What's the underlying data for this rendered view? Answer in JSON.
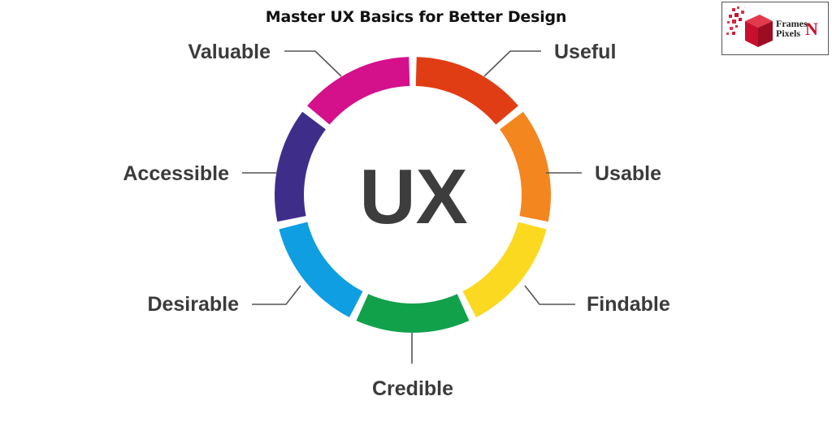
{
  "header": {
    "title": "Master UX Basics for Better Design"
  },
  "logo": {
    "line1": "Frames",
    "line2": "Pixels",
    "mark": "N",
    "brand_color": "#c8102e"
  },
  "diagram": {
    "center_label": "UX",
    "segments": [
      {
        "label": "Useful",
        "color": "#e13d14"
      },
      {
        "label": "Usable",
        "color": "#f4861f"
      },
      {
        "label": "Findable",
        "color": "#fbd921"
      },
      {
        "label": "Credible",
        "color": "#12a14b"
      },
      {
        "label": "Desirable",
        "color": "#0f9ee2"
      },
      {
        "label": "Accessible",
        "color": "#3f2d8a"
      },
      {
        "label": "Valuable",
        "color": "#d4108a"
      }
    ]
  }
}
